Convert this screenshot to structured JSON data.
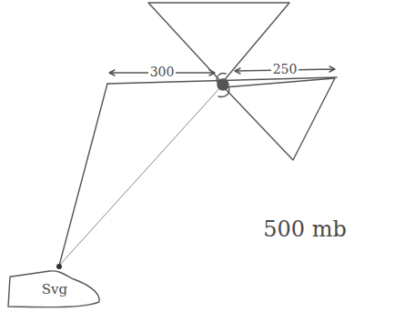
{
  "diagram": {
    "nodes": [
      {
        "text": [
          "Svg"
        ]
      }
    ],
    "labels": [
      "300",
      "250",
      "500 mb"
    ]
  }
}
